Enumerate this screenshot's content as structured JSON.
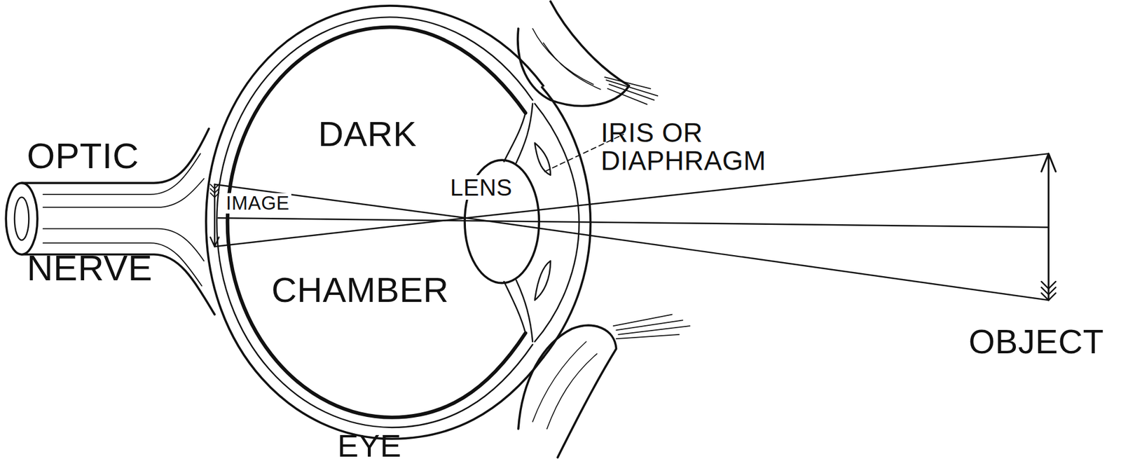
{
  "diagram": {
    "labels": [
      "OPTIC",
      "NERVE",
      "DARK",
      "CHAMBER",
      "LENS",
      "IMAGE",
      "IRIS OR DIAPHRAGM",
      "OBJECT",
      "EYE"
    ]
  }
}
